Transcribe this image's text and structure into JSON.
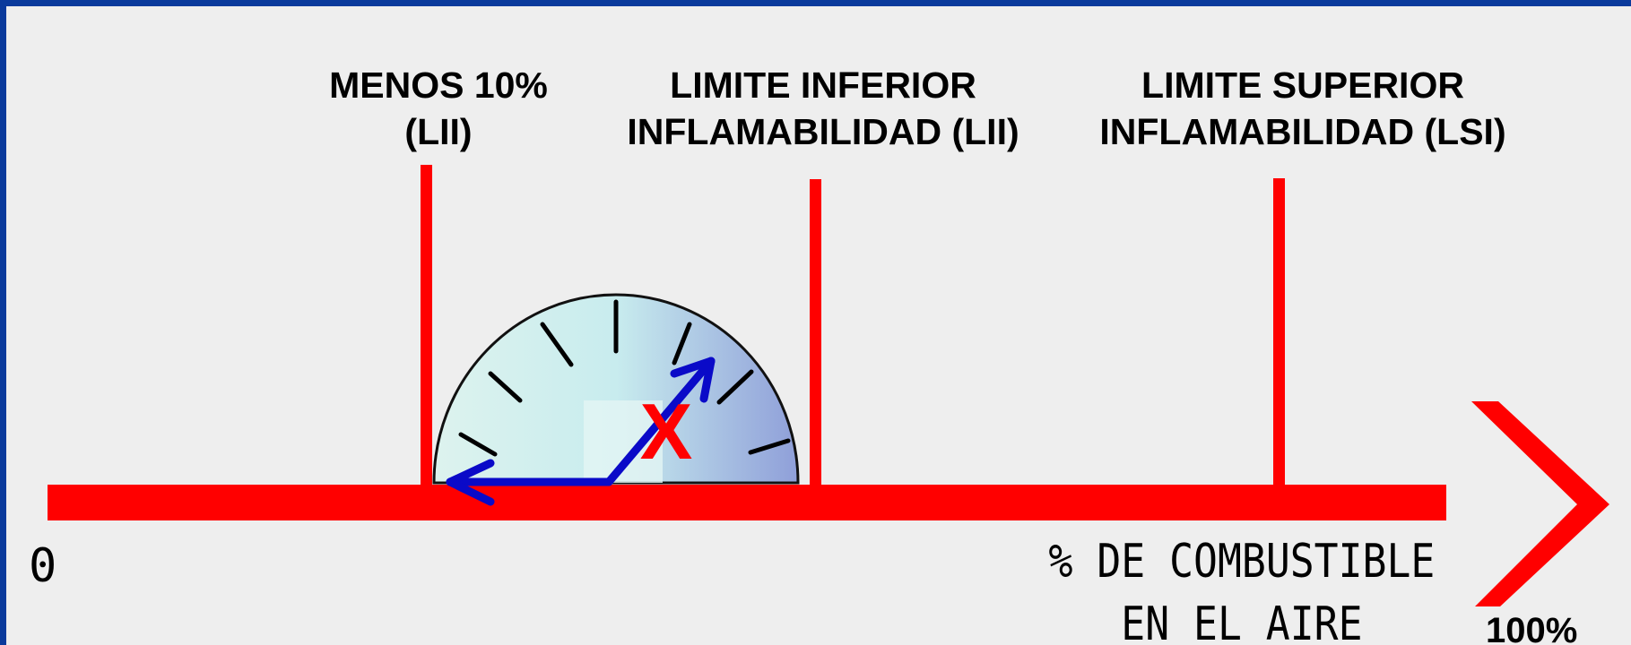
{
  "labels": {
    "menos": [
      "MENOS 10%",
      "(LII)"
    ],
    "lii": [
      "LIMITE INFERIOR",
      "INFLAMABILIDAD (LII)"
    ],
    "lsi": [
      "LIMITE SUPERIOR",
      "INFLAMABILIDAD (LSI)"
    ],
    "axis": [
      "% DE COMBUSTIBLE",
      "EN EL AIRE"
    ],
    "zero": "0",
    "hundred": "100%",
    "gauge_mark": "X"
  },
  "colors": {
    "frame": "#0a3a9c",
    "background": "#eeeeee",
    "axis": "#ff0000",
    "gauge_arrow": "#0a0ac8",
    "mark": "#ff0000"
  },
  "icons": {
    "gauge": "semicircle-gauge-icon",
    "axis_arrow": "arrow-right-icon"
  }
}
